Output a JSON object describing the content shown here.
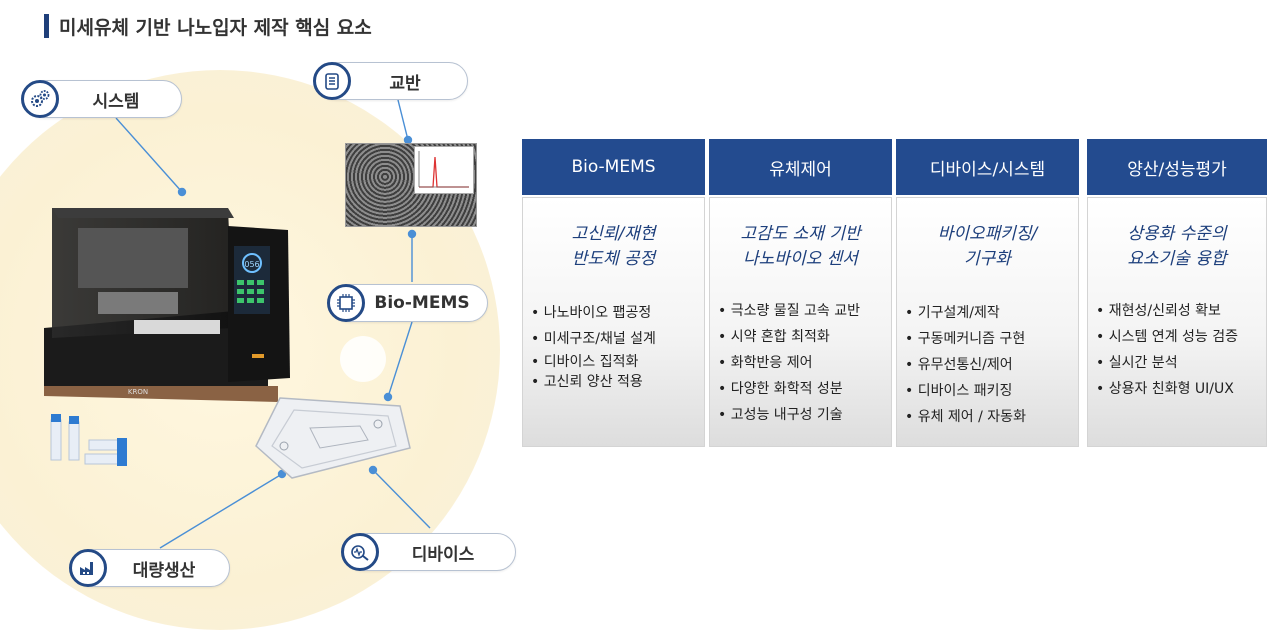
{
  "title": "미세유체 기반 나노입자 제작 핵심 요소",
  "machine_brand": "KRON",
  "machine_display": "056",
  "nodes": {
    "system": "시스템",
    "stirring": "교반",
    "biomems": "Bio-MEMS",
    "mass_production": "대량생산",
    "device": "디바이스"
  },
  "columns": [
    {
      "header": "Bio-MEMS",
      "subtitle": [
        "고신뢰/재현",
        "반도체 공정"
      ],
      "items": [
        "나노바이오 팹공정",
        "미세구조/채널 설계",
        "디바이스 집적화",
        "고신뢰 양산 적용"
      ]
    },
    {
      "header": "유체제어",
      "subtitle": [
        "고감도 소재 기반",
        "나노바이오 센서"
      ],
      "items": [
        "극소량 물질 고속 교반",
        "시약 혼합 최적화",
        "화학반응 제어",
        "다양한 화학적 성분",
        "고성능 내구성 기술"
      ]
    },
    {
      "header": "디바이스/시스템",
      "subtitle": [
        "바이오패키징/",
        "기구화"
      ],
      "items": [
        "기구설계/제작",
        "구동메커니즘 구현",
        "유무선통신/제어",
        "디바이스 패키징",
        "유체 제어 / 자동화"
      ]
    },
    {
      "header": "양산/성능평가",
      "subtitle": [
        "상용화 수준의",
        "요소기술 융합"
      ],
      "items": [
        "재현성/신뢰성 확보",
        "시스템 연계 성능 검증",
        "실시간 분석",
        "상용자 친화형 UI/UX"
      ]
    }
  ],
  "colors": {
    "header": "#234b8f",
    "accent_text": "#1d3f7c",
    "icon_ring": "#244a86",
    "connector": "#4a8fd6"
  }
}
